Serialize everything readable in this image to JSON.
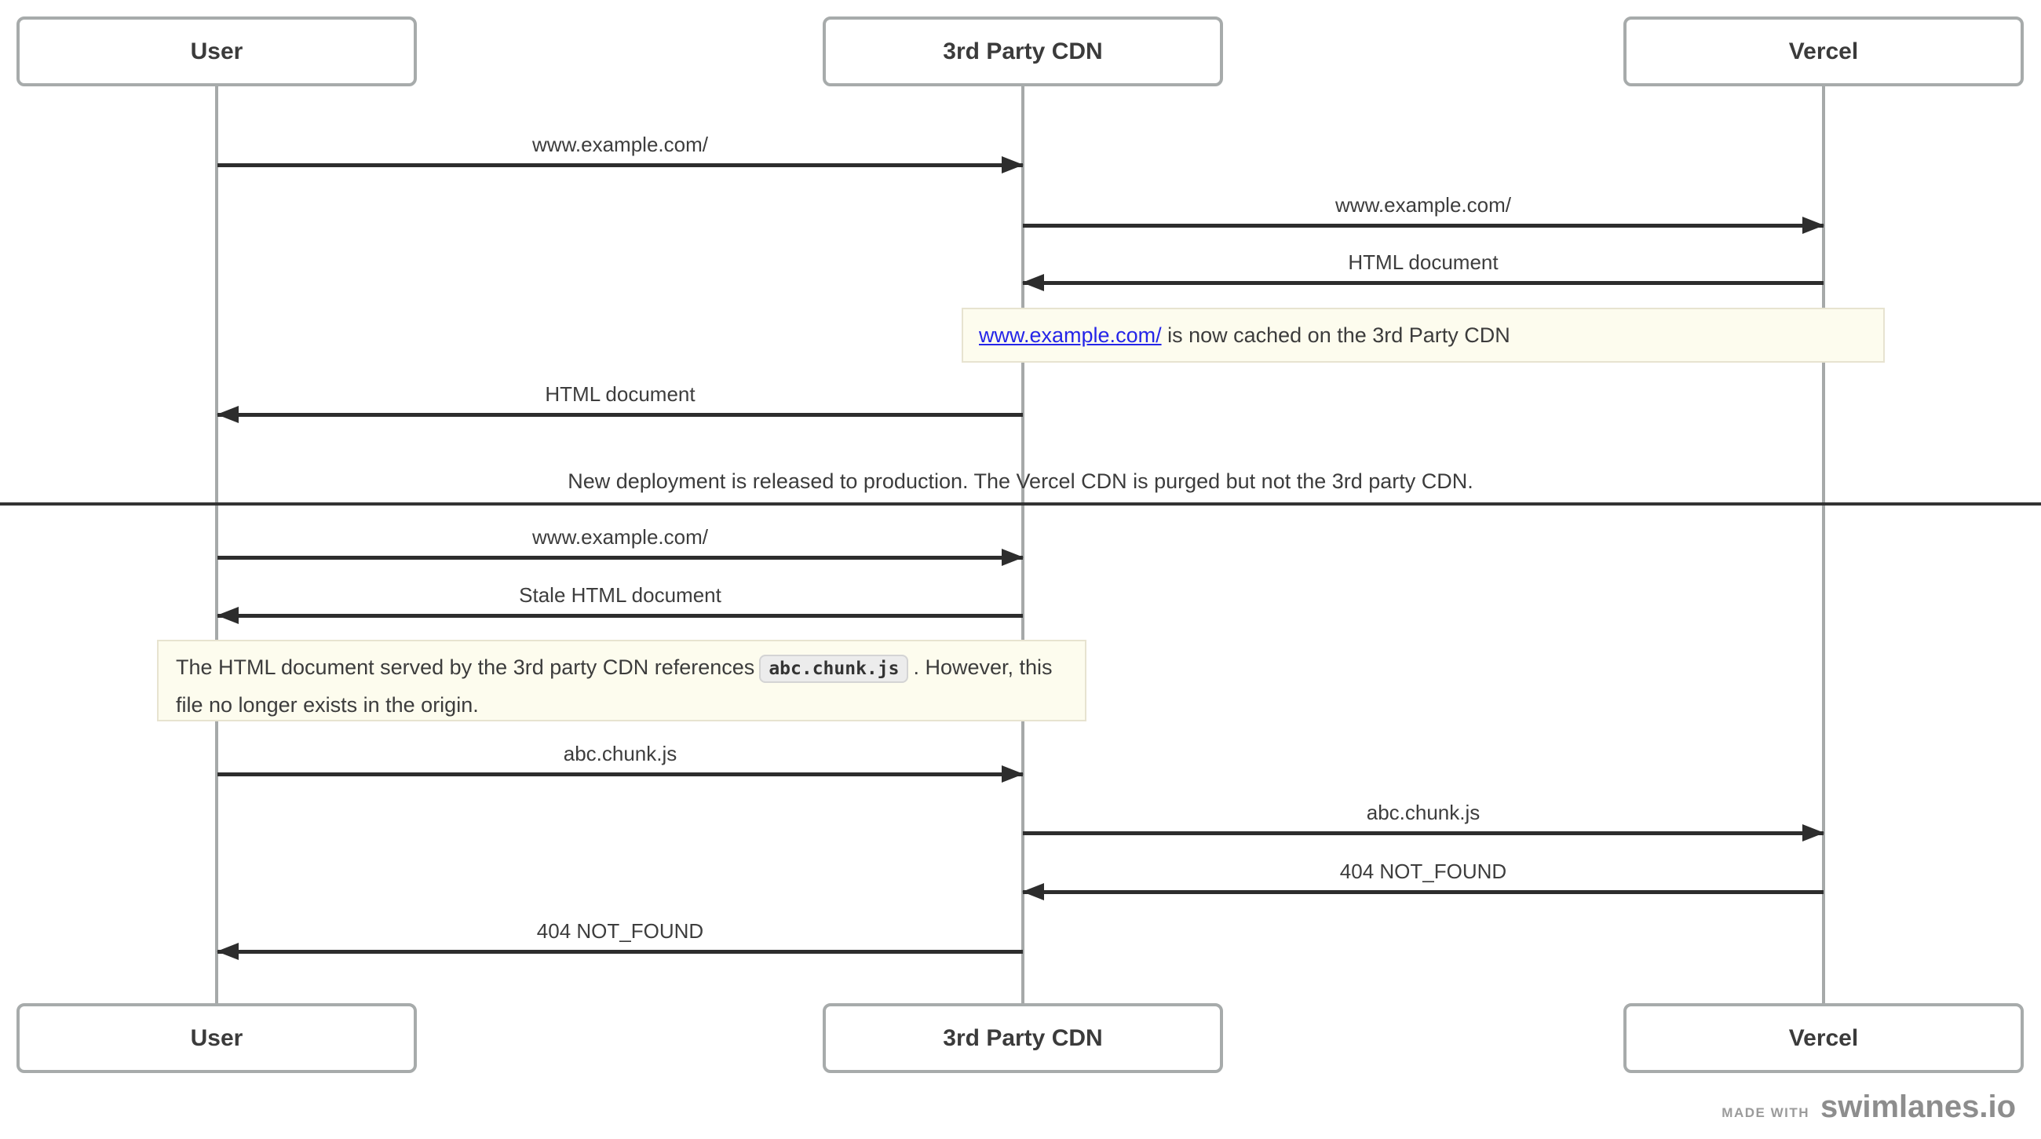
{
  "actors": [
    {
      "label": "User"
    },
    {
      "label": "3rd Party CDN"
    },
    {
      "label": "Vercel"
    }
  ],
  "messages": [
    {
      "from": "User",
      "to": "3rd Party CDN",
      "label": "www.example.com/"
    },
    {
      "from": "3rd Party CDN",
      "to": "Vercel",
      "label": "www.example.com/"
    },
    {
      "from": "Vercel",
      "to": "3rd Party CDN",
      "label": "HTML document"
    },
    {
      "from": "3rd Party CDN",
      "to": "User",
      "label": "HTML document"
    },
    {
      "from": "User",
      "to": "3rd Party CDN",
      "label": "www.example.com/"
    },
    {
      "from": "3rd Party CDN",
      "to": "User",
      "label": "Stale HTML document"
    },
    {
      "from": "User",
      "to": "3rd Party CDN",
      "label": "abc.chunk.js"
    },
    {
      "from": "3rd Party CDN",
      "to": "Vercel",
      "label": "abc.chunk.js"
    },
    {
      "from": "Vercel",
      "to": "3rd Party CDN",
      "label": "404 NOT_FOUND"
    },
    {
      "from": "3rd Party CDN",
      "to": "User",
      "label": "404 NOT_FOUND"
    }
  ],
  "notes": [
    {
      "link": "www.example.com/",
      "text": " is now cached on the 3rd Party CDN"
    },
    {
      "text_before": "The HTML document served by the 3rd party CDN references",
      "code": "abc.chunk.js",
      "text_after": ". However, this file no longer exists in the origin."
    }
  ],
  "divider": {
    "text": "New deployment is released to production. The Vercel CDN is purged but not the 3rd party CDN."
  },
  "footer": {
    "made_with": "MADE WITH",
    "brand": "swimlanes.io"
  },
  "colors": {
    "note_bg": "#fdfcee",
    "link_blue": "#2525e8",
    "arrow": "#2d2d2d",
    "lifeline_gray": "#a6a9a9",
    "box_border": "#a7abab",
    "footer_gray": "#8d8d8d"
  }
}
